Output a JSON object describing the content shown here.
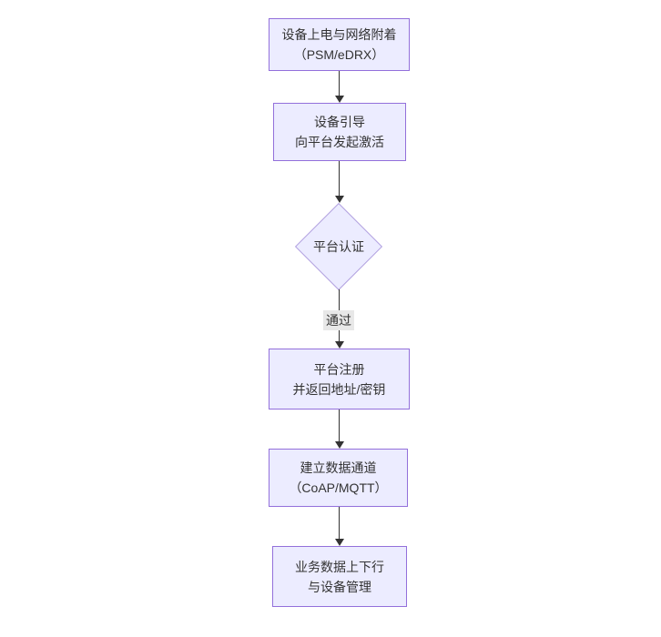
{
  "diagram": {
    "type": "flowchart-vertical",
    "colors": {
      "background": "#ffffff",
      "node_fill": "#ECECFF",
      "node_border": "#9370DB",
      "diamond_border": "#b3a2e0",
      "text": "#333333",
      "arrow": "#333333",
      "edge_label_bg": "#e8e8e8"
    },
    "nodes": [
      {
        "id": "power-attach",
        "shape": "rect",
        "lines": [
          "设备上电与网络附着",
          "（PSM/eDRX）"
        ]
      },
      {
        "id": "bootstrap",
        "shape": "rect",
        "lines": [
          "设备引导",
          "向平台发起激活"
        ]
      },
      {
        "id": "auth",
        "shape": "diamond",
        "lines": [
          "平台认证"
        ]
      },
      {
        "id": "register",
        "shape": "rect",
        "lines": [
          "平台注册",
          "并返回地址/密钥"
        ]
      },
      {
        "id": "data-channel",
        "shape": "rect",
        "lines": [
          "建立数据通道",
          "（CoAP/MQTT）"
        ]
      },
      {
        "id": "business-data",
        "shape": "rect",
        "lines": [
          "业务数据上下行",
          "与设备管理"
        ]
      }
    ],
    "edges": [
      {
        "from": "power-attach",
        "to": "bootstrap",
        "label": ""
      },
      {
        "from": "bootstrap",
        "to": "auth",
        "label": ""
      },
      {
        "from": "auth",
        "to": "register",
        "label": "通过"
      },
      {
        "from": "register",
        "to": "data-channel",
        "label": ""
      },
      {
        "from": "data-channel",
        "to": "business-data",
        "label": ""
      }
    ]
  }
}
